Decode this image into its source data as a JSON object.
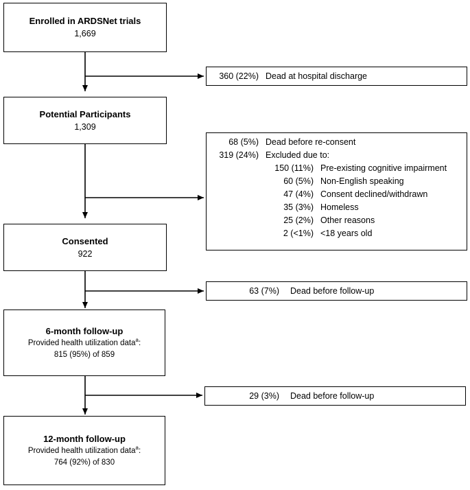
{
  "stages": [
    {
      "title": "Enrolled in ARDSNet trials",
      "count": "1,669"
    },
    {
      "title": "Potential Participants",
      "count": "1,309"
    },
    {
      "title": "Consented",
      "count": "922"
    },
    {
      "title": "6-month follow-up",
      "detail_label": "Provided health utilization data",
      "footnote": "a",
      "detail_suffix": ":",
      "detail_value": "815 (95%) of 859"
    },
    {
      "title": "12-month follow-up",
      "detail_label": "Provided health utilization data",
      "footnote": "a",
      "detail_suffix": ":",
      "detail_value": "764 (92%) of 830"
    }
  ],
  "exclusions": [
    {
      "count": "360 (22%)",
      "label": "Dead at hospital discharge"
    },
    {
      "items": [
        {
          "count": "68 (5%)",
          "label": "Dead before re-consent"
        },
        {
          "count": "319 (24%)",
          "label": "Excluded due to:"
        }
      ],
      "sub_items": [
        {
          "count": "150 (11%)",
          "label": "Pre-existing cognitive impairment"
        },
        {
          "count": "60 (5%)",
          "label": "Non-English speaking"
        },
        {
          "count": "47 (4%)",
          "label": "Consent declined/withdrawn"
        },
        {
          "count": "35 (3%)",
          "label": "Homeless"
        },
        {
          "count": "25 (2%)",
          "label": "Other reasons"
        },
        {
          "count": "2 (<1%)",
          "label": "<18 years old"
        }
      ]
    },
    {
      "count": "63 (7%)",
      "label": "Dead before follow-up"
    },
    {
      "count": "29 (3%)",
      "label": "Dead before follow-up"
    }
  ],
  "colors": {
    "line": "#000000",
    "box_border": "#000000",
    "background": "#ffffff"
  }
}
